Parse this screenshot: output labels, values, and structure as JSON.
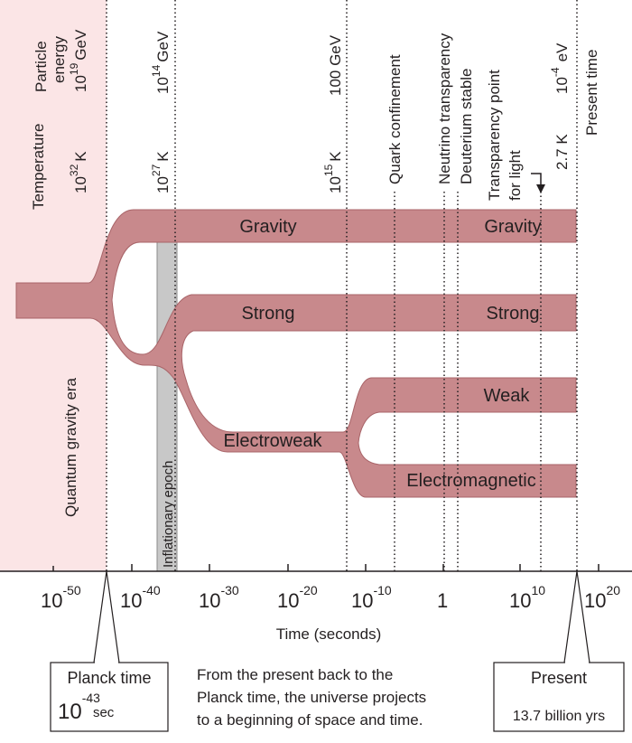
{
  "headers": {
    "temperature": "Temperature",
    "particle_energy_line1": "Particle",
    "particle_energy_line2": "energy"
  },
  "temperatures": [
    {
      "base": "10",
      "exp": "32",
      "unit": "K"
    },
    {
      "base": "10",
      "exp": "27",
      "unit": "K"
    },
    {
      "base": "10",
      "exp": "15",
      "unit": "K"
    },
    {
      "base": "2.7 K",
      "exp": "",
      "unit": ""
    }
  ],
  "energies": [
    {
      "base": "10",
      "exp": "19",
      "unit": "GeV"
    },
    {
      "base": "10",
      "exp": "14",
      "unit": "GeV"
    },
    {
      "base": "100 GeV",
      "exp": "",
      "unit": ""
    },
    {
      "base": "10",
      "exp": "-4",
      "unit": "eV"
    }
  ],
  "events": {
    "quark_confinement": "Quark confinement",
    "neutrino_transparency": "Neutrino transparency",
    "deuterium_stable": "Deuterium stable",
    "transparency_line1": "Transparency point",
    "transparency_line2": "for light",
    "present_time": "Present time"
  },
  "forces": {
    "gravity_left": "Gravity",
    "gravity_right": "Gravity",
    "strong_left": "Strong",
    "strong_right": "Strong",
    "weak": "Weak",
    "electroweak": "Electroweak",
    "electromagnetic": "Electromagnetic"
  },
  "eras": {
    "quantum_gravity": "Quantum gravity era",
    "inflationary": "Inflationary epoch"
  },
  "axis": {
    "label": "Time (seconds)",
    "ticks": [
      {
        "base": "10",
        "exp": "-50"
      },
      {
        "base": "10",
        "exp": "-40"
      },
      {
        "base": "10",
        "exp": "-30"
      },
      {
        "base": "10",
        "exp": "-20"
      },
      {
        "base": "10",
        "exp": "-10"
      },
      {
        "base": "1",
        "exp": ""
      },
      {
        "base": "10",
        "exp": "10"
      },
      {
        "base": "10",
        "exp": "20"
      }
    ]
  },
  "planck_box": {
    "title": "Planck time",
    "base": "10",
    "exp": "-43",
    "unit": "sec"
  },
  "present_box": {
    "title": "Present",
    "value": "13.7 billion yrs"
  },
  "caption": [
    "From the present back to the",
    "Planck time, the universe projects",
    "to a beginning of space and time."
  ],
  "colors": {
    "band_fill": "#c8898c",
    "band_stroke": "#a86468",
    "quantum_era_bg": "#fbe5e6",
    "inflation_fill": "#c8c8c8"
  }
}
